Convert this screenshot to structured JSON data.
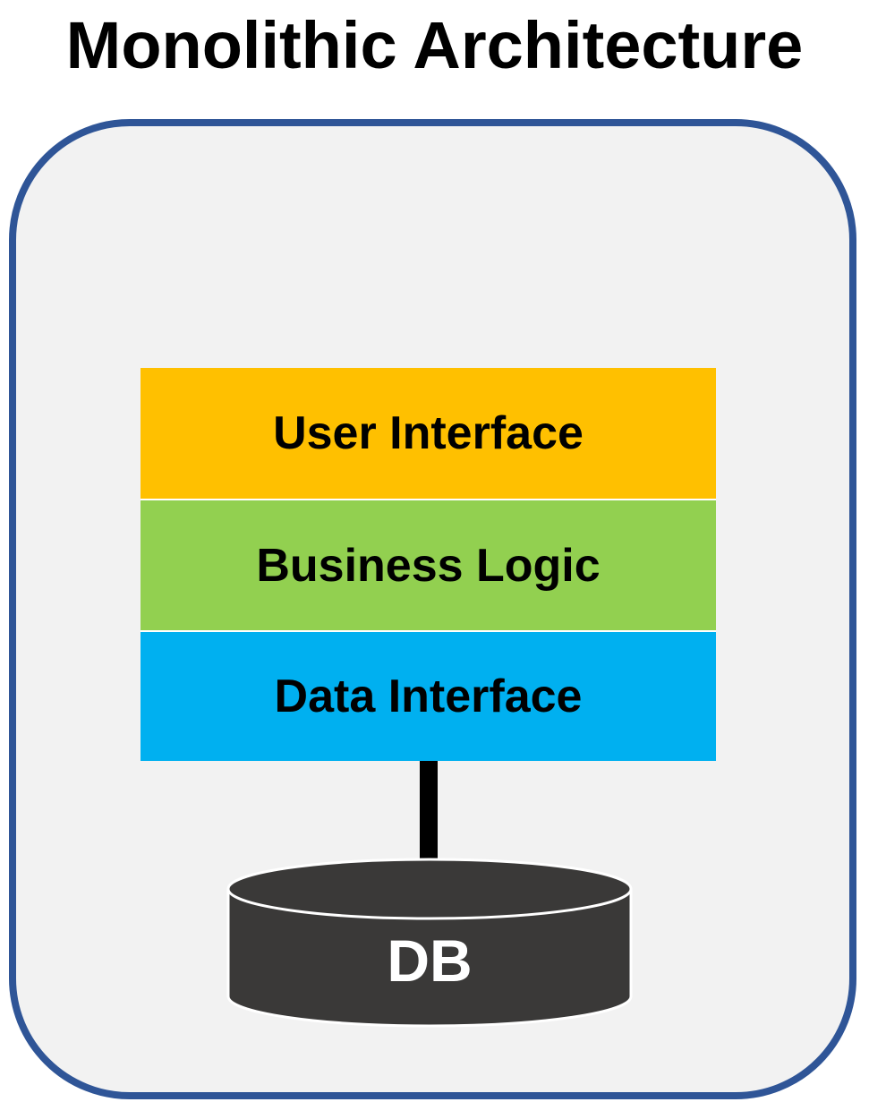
{
  "title": "Monolithic Architecture",
  "layers": [
    {
      "label": "User Interface",
      "color": "#ffc000"
    },
    {
      "label": "Business Logic",
      "color": "#92d050"
    },
    {
      "label": "Data Interface",
      "color": "#00b0f0"
    }
  ],
  "database": {
    "label": "DB",
    "color": "#3a3938"
  },
  "colors": {
    "frame_border": "#2f5597",
    "frame_fill": "#f2f2f2",
    "connector": "#000000"
  }
}
